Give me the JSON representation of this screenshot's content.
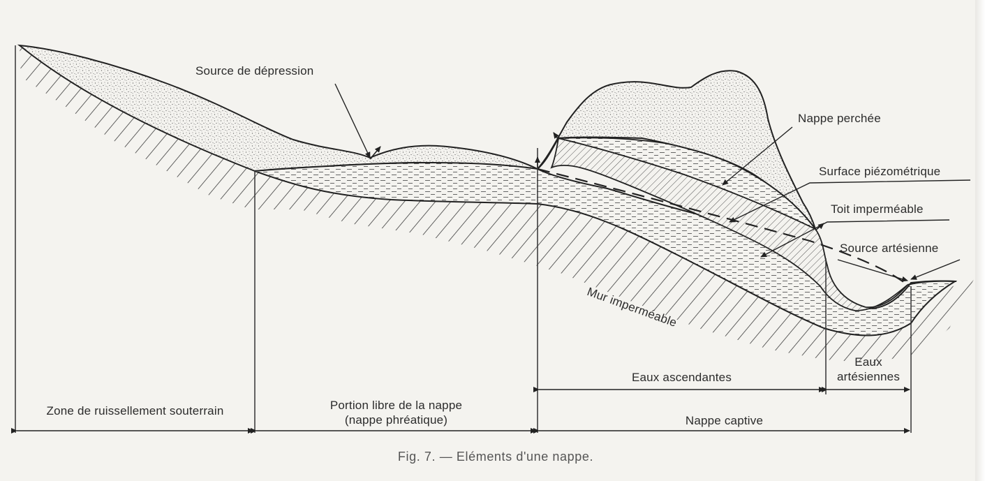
{
  "labels": {
    "source_depression": "Source de dépression",
    "nappe_perchee": "Nappe perchée",
    "surface_piezometrique": "Surface piézométrique",
    "toit_impermeable": "Toit imperméable",
    "source_artesienne": "Source artésienne",
    "mur_impermeable": "Mur imperméable",
    "eaux_artesiennes_1": "Eaux",
    "eaux_artesiennes_2": "artésiennes",
    "eaux_ascendantes": "Eaux ascendantes",
    "zone_ruissellement": "Zone de ruissellement souterrain",
    "portion_libre_1": "Portion libre de la nappe",
    "portion_libre_2": "(nappe phréatique)",
    "nappe_captive": "Nappe captive"
  },
  "caption": "Fig. 7. — Eléments d'une nappe."
}
